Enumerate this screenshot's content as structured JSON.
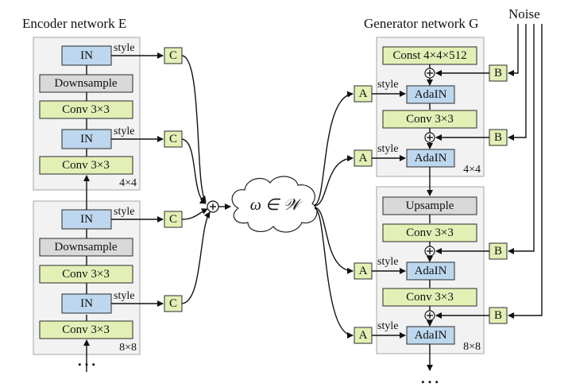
{
  "encoder": {
    "title": "Encoder network E",
    "block1": {
      "in1": "IN",
      "down": "Downsample",
      "conv1": "Conv 3×3",
      "in2": "IN",
      "conv2": "Conv 3×3",
      "res": "4×4"
    },
    "block2": {
      "in1": "IN",
      "down": "Downsample",
      "conv1": "Conv 3×3",
      "in2": "IN",
      "conv2": "Conv 3×3",
      "res": "8×8"
    },
    "style_label": "style",
    "c_label": "C",
    "ellipsis": "…"
  },
  "latent": {
    "label": "ω ∈ 𝒲"
  },
  "generator": {
    "title": "Generator network G",
    "noise_label": "Noise",
    "block1": {
      "const": "Const 4×4×512",
      "adain1": "AdaIN",
      "conv": "Conv 3×3",
      "adain2": "AdaIN",
      "res": "4×4"
    },
    "block2": {
      "up": "Upsample",
      "conv1": "Conv 3×3",
      "adain1": "AdaIN",
      "conv2": "Conv 3×3",
      "adain2": "AdaIN",
      "res": "8×8"
    },
    "style_label": "style",
    "a_label": "A",
    "b_label": "B",
    "plus_symbol": "+",
    "ellipsis": "…"
  }
}
